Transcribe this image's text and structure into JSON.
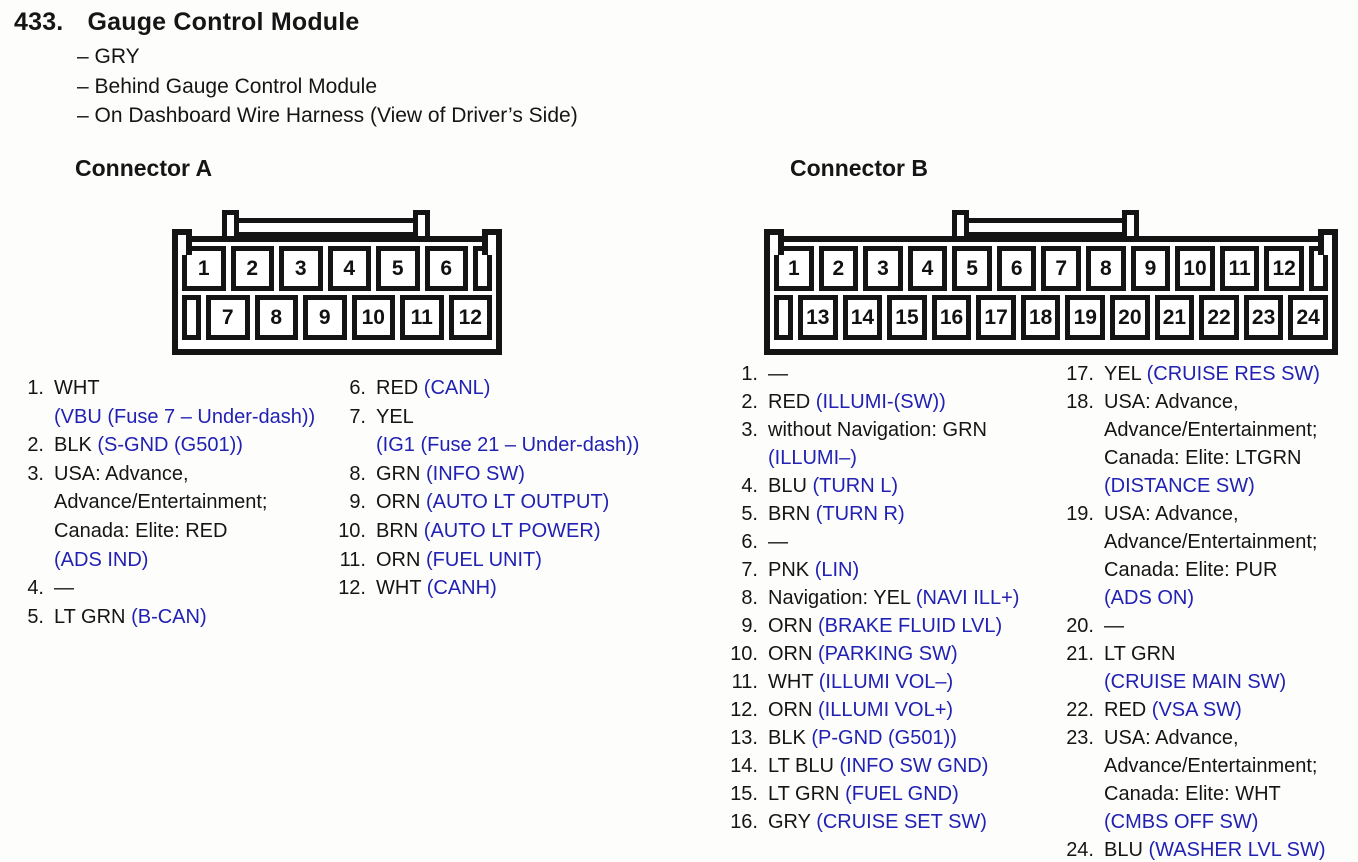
{
  "page": {
    "section_number": "433.",
    "title": "Gauge Control Module",
    "notes": [
      "– GRY",
      "– Behind Gauge Control Module",
      "– On Dashboard Wire Harness (View of Driver’s Side)"
    ],
    "colors": {
      "signal_blue": "#2121b3",
      "ink": "#151515",
      "line_black": "#141414"
    }
  },
  "connector_a": {
    "label": "Connector A",
    "top_row": [
      "1",
      "2",
      "3",
      "4",
      "5",
      "6"
    ],
    "bottom_row": [
      "7",
      "8",
      "9",
      "10",
      "11",
      "12"
    ],
    "columns": [
      [
        {
          "n": "1.",
          "lines": [
            [
              {
                "t": "WHT"
              }
            ],
            [
              {
                "t": "(VBU (Fuse 7 – Under-dash))",
                "b": true
              }
            ]
          ]
        },
        {
          "n": "2.",
          "lines": [
            [
              {
                "t": "BLK "
              },
              {
                "t": "(S-GND (G501))",
                "b": true
              }
            ]
          ]
        },
        {
          "n": "3.",
          "lines": [
            [
              {
                "t": "USA: Advance,"
              }
            ],
            [
              {
                "t": "Advance/Entertainment;"
              }
            ],
            [
              {
                "t": "Canada: Elite: RED"
              }
            ],
            [
              {
                "t": "(ADS IND)",
                "b": true
              }
            ]
          ]
        },
        {
          "n": "4.",
          "lines": [
            [
              {
                "t": "—"
              }
            ]
          ]
        },
        {
          "n": "5.",
          "lines": [
            [
              {
                "t": "LT GRN "
              },
              {
                "t": "(B-CAN)",
                "b": true
              }
            ]
          ]
        }
      ],
      [
        {
          "n": "6.",
          "lines": [
            [
              {
                "t": "RED "
              },
              {
                "t": "(CANL)",
                "b": true
              }
            ]
          ]
        },
        {
          "n": "7.",
          "lines": [
            [
              {
                "t": "YEL"
              }
            ],
            [
              {
                "t": "(IG1 (Fuse 21 – Under-dash))",
                "b": true
              }
            ]
          ]
        },
        {
          "n": "8.",
          "lines": [
            [
              {
                "t": "GRN "
              },
              {
                "t": "(INFO SW)",
                "b": true
              }
            ]
          ]
        },
        {
          "n": "9.",
          "lines": [
            [
              {
                "t": "ORN "
              },
              {
                "t": "(AUTO LT OUTPUT)",
                "b": true
              }
            ]
          ]
        },
        {
          "n": "10.",
          "lines": [
            [
              {
                "t": "BRN "
              },
              {
                "t": "(AUTO LT POWER)",
                "b": true
              }
            ]
          ]
        },
        {
          "n": "11.",
          "lines": [
            [
              {
                "t": "ORN "
              },
              {
                "t": "(FUEL UNIT)",
                "b": true
              }
            ]
          ]
        },
        {
          "n": "12.",
          "lines": [
            [
              {
                "t": "WHT "
              },
              {
                "t": "(CANH)",
                "b": true
              }
            ]
          ]
        }
      ]
    ]
  },
  "connector_b": {
    "label": "Connector B",
    "top_row": [
      "1",
      "2",
      "3",
      "4",
      "5",
      "6",
      "7",
      "8",
      "9",
      "10",
      "11",
      "12"
    ],
    "bottom_row": [
      "13",
      "14",
      "15",
      "16",
      "17",
      "18",
      "19",
      "20",
      "21",
      "22",
      "23",
      "24"
    ],
    "columns": [
      [
        {
          "n": "1.",
          "lines": [
            [
              {
                "t": "—"
              }
            ]
          ]
        },
        {
          "n": "2.",
          "lines": [
            [
              {
                "t": "RED "
              },
              {
                "t": "(ILLUMI-(SW))",
                "b": true
              }
            ]
          ]
        },
        {
          "n": "3.",
          "lines": [
            [
              {
                "t": "without Navigation: GRN"
              }
            ],
            [
              {
                "t": "(ILLUMI–)",
                "b": true
              }
            ]
          ]
        },
        {
          "n": "4.",
          "lines": [
            [
              {
                "t": "BLU "
              },
              {
                "t": "(TURN L)",
                "b": true
              }
            ]
          ]
        },
        {
          "n": "5.",
          "lines": [
            [
              {
                "t": "BRN "
              },
              {
                "t": "(TURN R)",
                "b": true
              }
            ]
          ]
        },
        {
          "n": "6.",
          "lines": [
            [
              {
                "t": "—"
              }
            ]
          ]
        },
        {
          "n": "7.",
          "lines": [
            [
              {
                "t": "PNK "
              },
              {
                "t": "(LIN)",
                "b": true
              }
            ]
          ]
        },
        {
          "n": "8.",
          "lines": [
            [
              {
                "t": "Navigation: YEL "
              },
              {
                "t": "(NAVI ILL+)",
                "b": true
              }
            ]
          ]
        },
        {
          "n": "9.",
          "lines": [
            [
              {
                "t": "ORN "
              },
              {
                "t": "(BRAKE FLUID LVL)",
                "b": true
              }
            ]
          ]
        },
        {
          "n": "10.",
          "lines": [
            [
              {
                "t": "ORN "
              },
              {
                "t": "(PARKING SW)",
                "b": true
              }
            ]
          ]
        },
        {
          "n": "11.",
          "lines": [
            [
              {
                "t": "WHT "
              },
              {
                "t": "(ILLUMI VOL–)",
                "b": true
              }
            ]
          ]
        },
        {
          "n": "12.",
          "lines": [
            [
              {
                "t": "ORN "
              },
              {
                "t": "(ILLUMI VOL+)",
                "b": true
              }
            ]
          ]
        },
        {
          "n": "13.",
          "lines": [
            [
              {
                "t": "BLK "
              },
              {
                "t": "(P-GND (G501))",
                "b": true
              }
            ]
          ]
        },
        {
          "n": "14.",
          "lines": [
            [
              {
                "t": "LT BLU "
              },
              {
                "t": "(INFO SW GND)",
                "b": true
              }
            ]
          ]
        },
        {
          "n": "15.",
          "lines": [
            [
              {
                "t": "LT GRN "
              },
              {
                "t": "(FUEL GND)",
                "b": true
              }
            ]
          ]
        },
        {
          "n": "16.",
          "lines": [
            [
              {
                "t": "GRY "
              },
              {
                "t": "(CRUISE SET SW)",
                "b": true
              }
            ]
          ]
        }
      ],
      [
        {
          "n": "17.",
          "lines": [
            [
              {
                "t": "YEL "
              },
              {
                "t": "(CRUISE RES SW)",
                "b": true
              }
            ]
          ]
        },
        {
          "n": "18.",
          "lines": [
            [
              {
                "t": "USA: Advance,"
              }
            ],
            [
              {
                "t": "Advance/Entertainment;"
              }
            ],
            [
              {
                "t": "Canada: Elite: LTGRN"
              }
            ],
            [
              {
                "t": "(DISTANCE SW)",
                "b": true
              }
            ]
          ]
        },
        {
          "n": "19.",
          "lines": [
            [
              {
                "t": "USA: Advance,"
              }
            ],
            [
              {
                "t": "Advance/Entertainment;"
              }
            ],
            [
              {
                "t": "Canada: Elite: PUR"
              }
            ],
            [
              {
                "t": "(ADS ON)",
                "b": true
              }
            ]
          ]
        },
        {
          "n": "20.",
          "lines": [
            [
              {
                "t": "—"
              }
            ]
          ]
        },
        {
          "n": "21.",
          "lines": [
            [
              {
                "t": "LT GRN"
              }
            ],
            [
              {
                "t": "(CRUISE MAIN SW)",
                "b": true
              }
            ]
          ]
        },
        {
          "n": "22.",
          "lines": [
            [
              {
                "t": "RED "
              },
              {
                "t": "(VSA SW)",
                "b": true
              }
            ]
          ]
        },
        {
          "n": "23.",
          "lines": [
            [
              {
                "t": "USA: Advance,"
              }
            ],
            [
              {
                "t": "Advance/Entertainment;"
              }
            ],
            [
              {
                "t": "Canada: Elite: WHT"
              }
            ],
            [
              {
                "t": "(CMBS OFF SW)",
                "b": true
              }
            ]
          ]
        },
        {
          "n": "24.",
          "lines": [
            [
              {
                "t": "BLU "
              },
              {
                "t": "(WASHER LVL SW)",
                "b": true
              }
            ]
          ]
        }
      ]
    ]
  }
}
